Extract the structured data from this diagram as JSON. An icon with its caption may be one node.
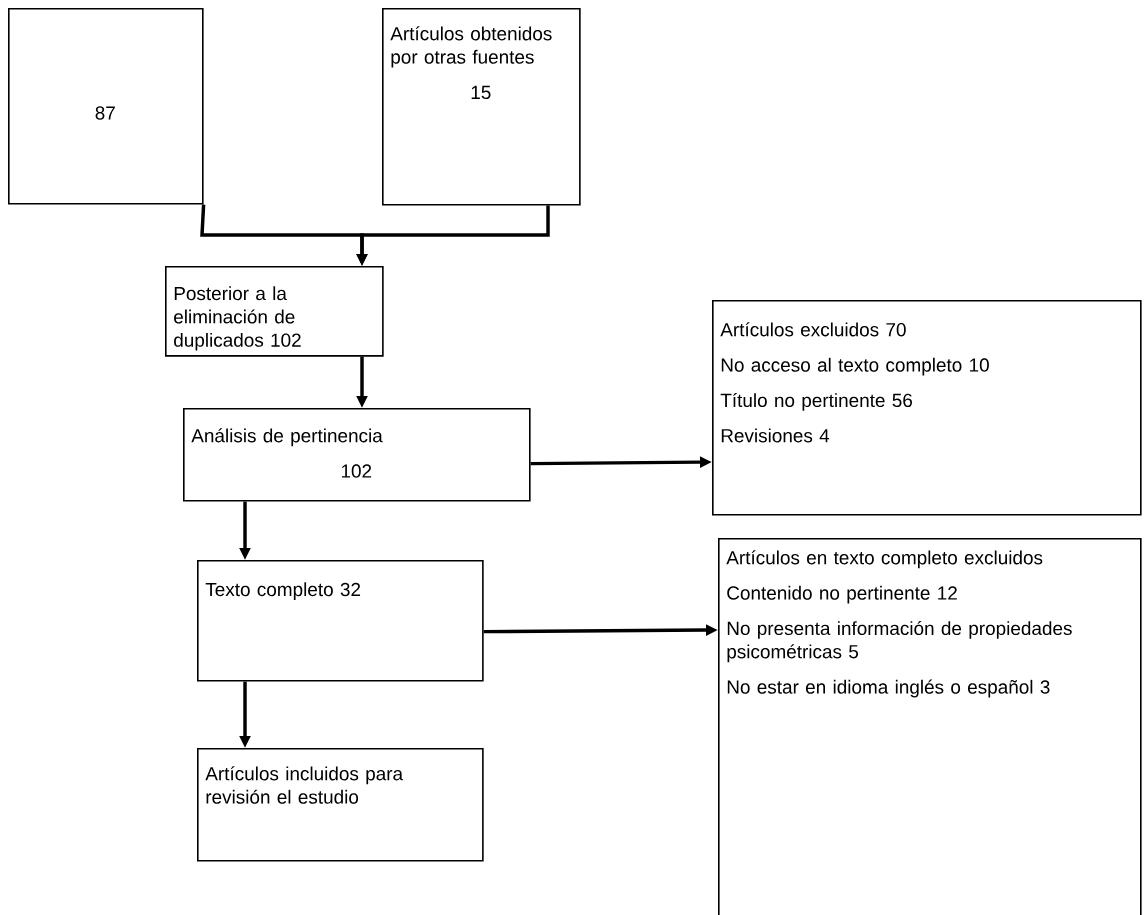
{
  "diagram": {
    "nodes": [
      {
        "text": [
          "87"
        ]
      },
      {
        "text": [
          "Artículos obtenidos por otras fuentes",
          "15"
        ]
      },
      {
        "text": [
          "Posterior a la eliminación de duplicados 102"
        ]
      },
      {
        "text": [
          "Análisis de pertinencia",
          "102"
        ]
      },
      {
        "text": [
          "Artículos excluidos 70",
          "No acceso al texto completo 10",
          "Título no pertinente 56",
          "Revisiones 4"
        ]
      },
      {
        "text": [
          "Texto completo 32"
        ]
      },
      {
        "text": [
          "Artículos en texto completo excluidos",
          "Contenido no pertinente 12",
          "No presenta información de propiedades psicométricas 5",
          "No estar en idioma inglés o español 3"
        ]
      },
      {
        "text": [
          "Artículos incluidos para revisión el estudio"
        ]
      }
    ],
    "edges": [
      {
        "from": 0,
        "to": 2,
        "arrow": "to"
      },
      {
        "from": 1,
        "to": 2,
        "arrow": "to"
      },
      {
        "from": 2,
        "to": 3,
        "arrow": "to"
      },
      {
        "from": 3,
        "to": 4,
        "arrow": "to"
      },
      {
        "from": 3,
        "to": 5,
        "arrow": "to"
      },
      {
        "from": 5,
        "to": 6,
        "arrow": "to"
      },
      {
        "from": 5,
        "to": 7,
        "arrow": "to"
      }
    ]
  }
}
